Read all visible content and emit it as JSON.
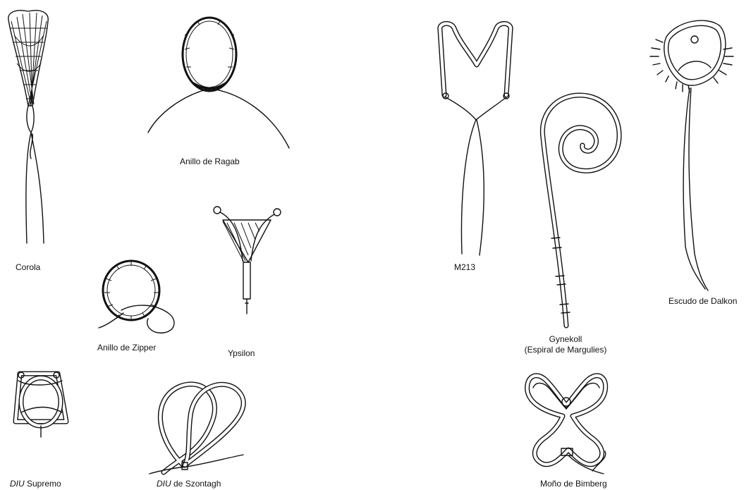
{
  "devices": [
    {
      "id": "corola",
      "label": "Corola"
    },
    {
      "id": "ragab",
      "label": "Anillo de Ragab"
    },
    {
      "id": "zipper",
      "label": "Anillo de Zipper"
    },
    {
      "id": "ypsilon",
      "label": "Ypsilon"
    },
    {
      "id": "supremo",
      "label_prefix": "DIU",
      "label_rest": " Supremo"
    },
    {
      "id": "szontagh",
      "label_prefix": "DIU",
      "label_rest": " de Szontagh"
    },
    {
      "id": "m213",
      "label": "M213"
    },
    {
      "id": "gynekoll",
      "label_line1": "Gynekoll",
      "label_line2": "(Espiral de Margulies)"
    },
    {
      "id": "dalkon",
      "label": "Escudo de Dalkon"
    },
    {
      "id": "bimberg",
      "label": "Moño de Bimberg"
    }
  ]
}
